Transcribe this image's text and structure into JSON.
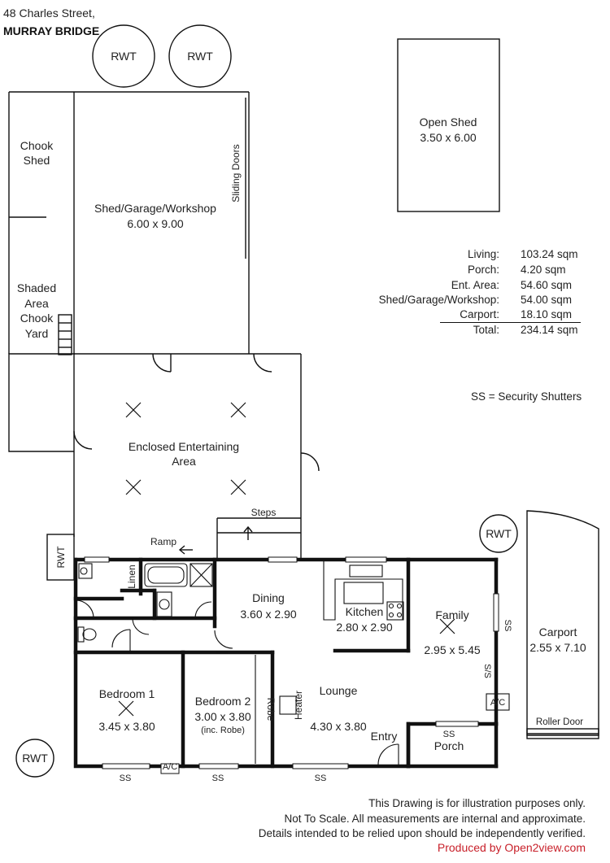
{
  "address": {
    "line1": "48 Charles Street,",
    "line2": "MURRAY BRIDGE"
  },
  "rooms": {
    "open_shed": {
      "name": "Open Shed",
      "dims": "3.50 x 6.00"
    },
    "shed_garage": {
      "name": "Shed/Garage/Workshop",
      "dims": "6.00 x 9.00"
    },
    "chook_shed": {
      "line1": "Chook",
      "line2": "Shed"
    },
    "shaded_area": {
      "line1": "Shaded",
      "line2": "Area",
      "line3": "Chook",
      "line4": "Yard"
    },
    "sliding_doors": "Sliding Doors",
    "enclosed": {
      "line1": "Enclosed Entertaining",
      "line2": "Area"
    },
    "dining": {
      "name": "Dining",
      "dims": "3.60 x 2.90"
    },
    "kitchen": {
      "name": "Kitchen",
      "dims": "2.80 x 2.90"
    },
    "family": {
      "name": "Family",
      "dims": "2.95 x 5.45"
    },
    "carport": {
      "name": "Carport",
      "dims": "2.55 x 7.10"
    },
    "bedroom1": {
      "name": "Bedroom 1",
      "dims": "3.45 x 3.80"
    },
    "bedroom2": {
      "name": "Bedroom 2",
      "dims": "3.00 x 3.80",
      "note": "(inc. Robe)"
    },
    "lounge": {
      "name": "Lounge",
      "dims": "4.30 x 3.80"
    },
    "porch": "Porch",
    "entry": "Entry",
    "robe": "Robe",
    "heater": "Heater",
    "linen": "Linen",
    "steps": "Steps",
    "ramp": "Ramp",
    "roller_door": "Roller Door",
    "ac": "A/C",
    "ss": "SS",
    "ss_slash": "S/S",
    "rwt": "RWT"
  },
  "areas": [
    {
      "label": "Living:",
      "value": "103.24 sqm"
    },
    {
      "label": "Porch:",
      "value": "4.20 sqm"
    },
    {
      "label": "Ent. Area:",
      "value": "54.60 sqm"
    },
    {
      "label": "Shed/Garage/Workshop:",
      "value": "54.00 sqm"
    },
    {
      "label": "Carport:",
      "value": "18.10 sqm"
    },
    {
      "label": "Total:",
      "value": "234.14 sqm"
    }
  ],
  "legend": "SS = Security Shutters",
  "disclaimer": [
    "This Drawing is for illustration purposes only.",
    "Not To Scale. All measurements are internal and approximate.",
    "Details intended to be relied upon should be independently verified."
  ],
  "produced_by": "Produced by Open2view.com",
  "colors": {
    "wall": "#111111",
    "produced": "#c8202a",
    "paper": "#ffffff"
  }
}
